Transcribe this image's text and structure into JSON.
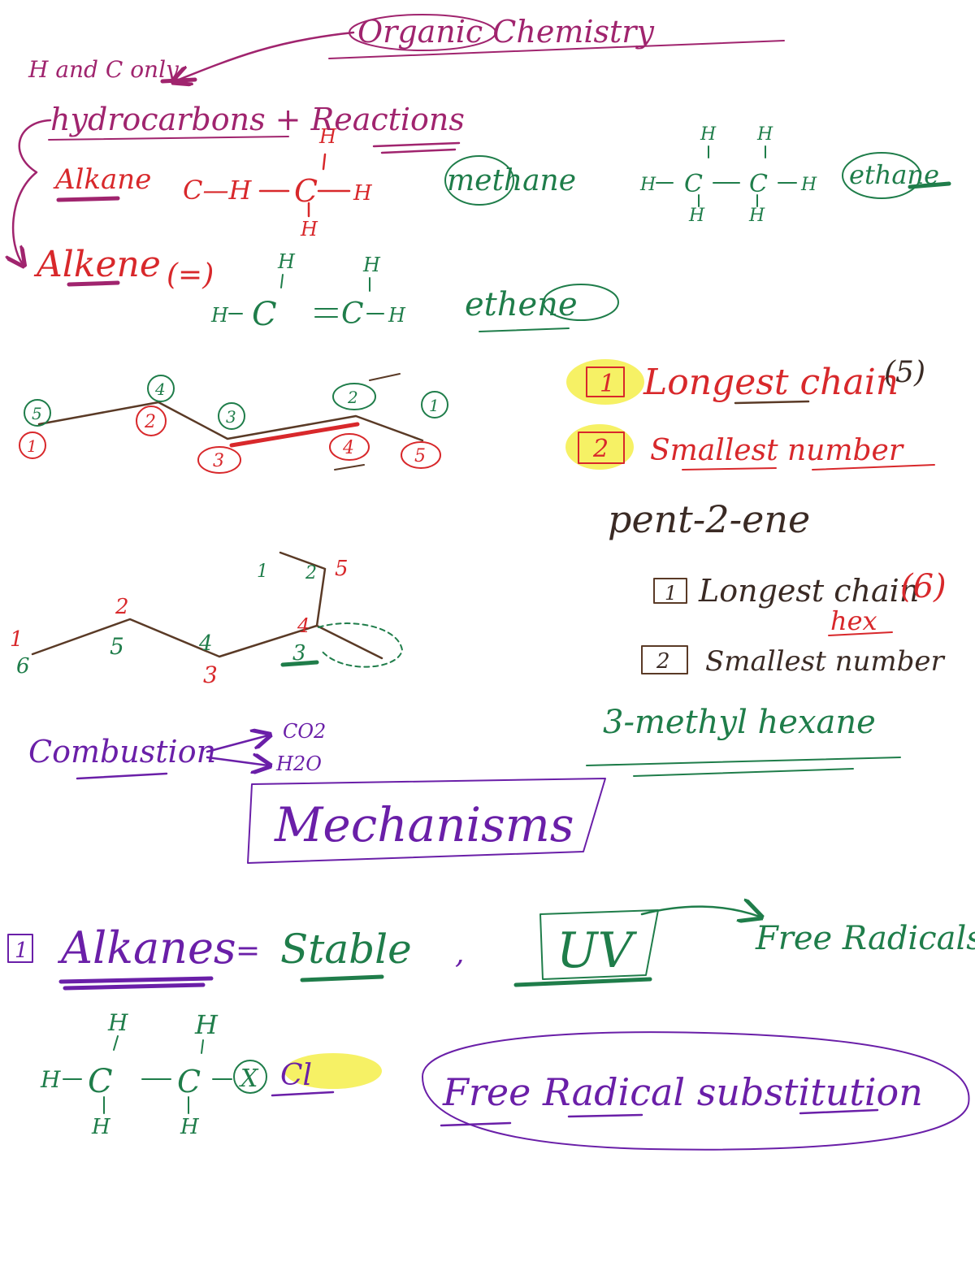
{
  "colors": {
    "magenta": "#a0246e",
    "green": "#1f7d4a",
    "red": "#d8282b",
    "brown": "#5a3a26",
    "purple": "#6a1fa8",
    "highlight": "#f5ee4a"
  },
  "header": {
    "title": "Organic Chemistry",
    "note": "H and C only",
    "topic": "hydrocarbons + Reactions"
  },
  "alkane": {
    "label": "Alkane",
    "bond": "C—H",
    "methane_name": "methane",
    "ethane_name": "ethane"
  },
  "alkene": {
    "label": "Alkene",
    "bond": "(=)",
    "ethene_name": "ethene"
  },
  "atoms": {
    "C": "C",
    "H": "H",
    "Cl": "Cl",
    "X": "X"
  },
  "naming1": {
    "rule1_num": "1",
    "rule1": "Longest chain",
    "rule1_count": "(5)",
    "rule2_num": "2",
    "rule2": "Smallest number",
    "result": "pent-2-ene",
    "green_numbers": [
      "5",
      "4",
      "3",
      "2",
      "1"
    ],
    "red_numbers": [
      "1",
      "2",
      "3",
      "4",
      "5"
    ]
  },
  "naming2": {
    "rule1_num": "1",
    "rule1": "Longest chain",
    "rule1_count": "(6)",
    "rule1_hint": "hex",
    "rule2_num": "2",
    "rule2": "Smallest number",
    "result": "3-methyl hexane",
    "red_numbers": [
      "1",
      "2",
      "3",
      "4",
      "5"
    ],
    "green_numbers": [
      "6",
      "5",
      "4",
      "3",
      "2",
      "1"
    ]
  },
  "combustion": {
    "label": "Combustion",
    "product1": "CO2",
    "product2": "H2O"
  },
  "mechanisms": {
    "title": "Mechanisms",
    "point_num": "1",
    "alkanes": "Alkanes",
    "equals": "=",
    "stable": "Stable",
    "comma": ",",
    "uv": "UV",
    "free_radicals": "Free Radicals",
    "frs": "Free Radical substitution"
  }
}
